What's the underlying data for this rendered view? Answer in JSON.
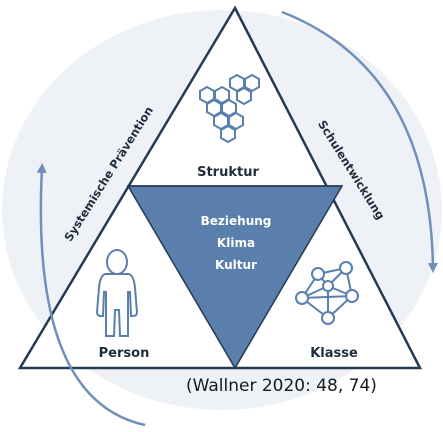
{
  "diagram": {
    "top": "Struktur",
    "left": "Person",
    "right": "Klasse",
    "center": [
      "Beziehung",
      "Klima",
      "Kultur"
    ],
    "side_left": "Systemische Prävention",
    "side_right": "Schulentwicklung"
  },
  "caption": "(Wallner 2020: 48, 74)",
  "colors": {
    "background": "#eef2f7",
    "triangle_stroke": "#243a55",
    "center_fill": "#5a7fad",
    "arrow": "#6f90b8",
    "icon": "#5a7fad"
  }
}
